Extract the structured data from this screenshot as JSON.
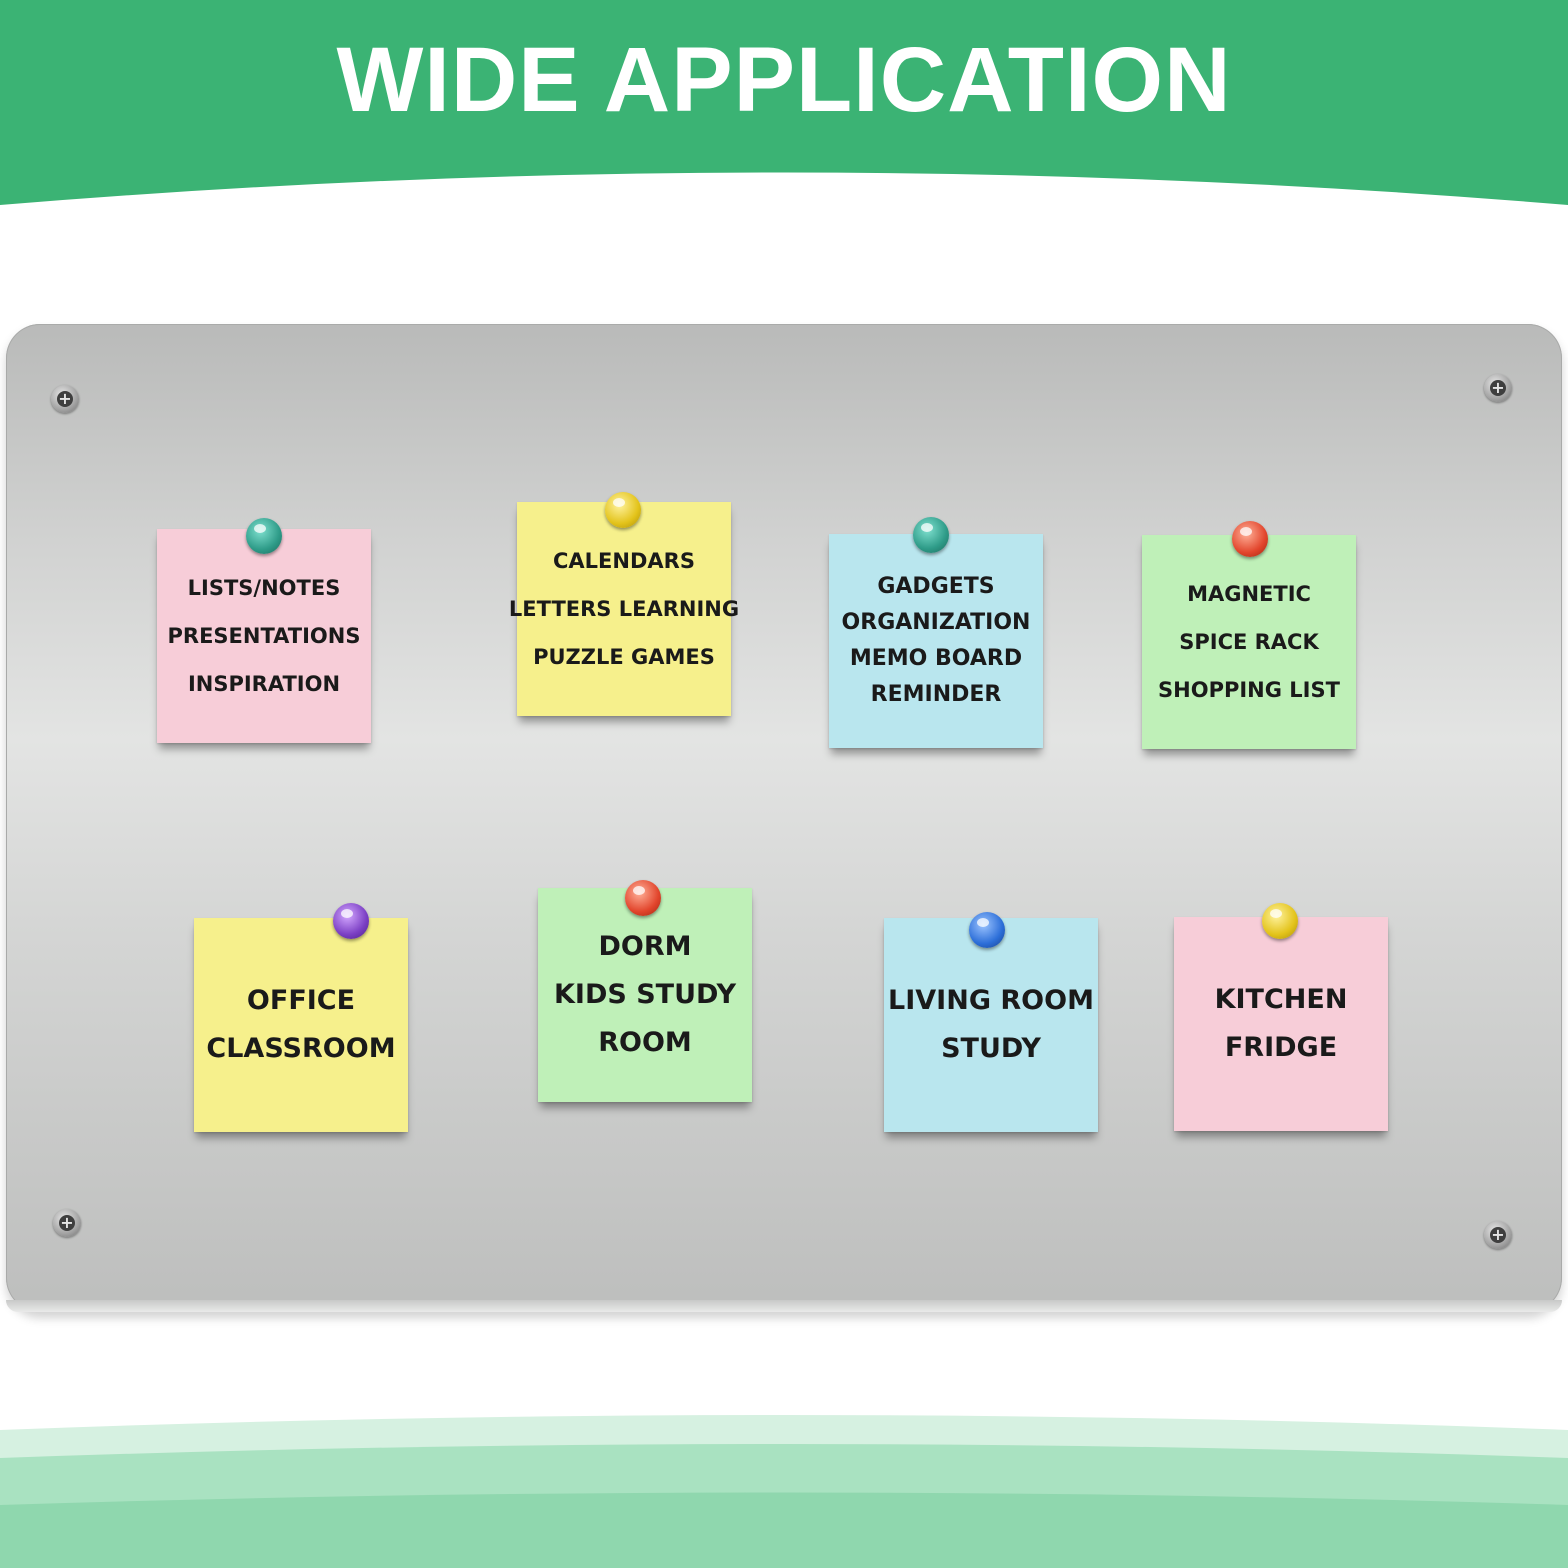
{
  "header": {
    "title": "WIDE APPLICATION"
  },
  "colors": {
    "brand_green": "#3bb374",
    "note_pink": "#f7cdd8",
    "note_yellow": "#f6f08c",
    "note_blue": "#b9e6ee",
    "note_green": "#bff0b8",
    "pin_teal": "#2e9b88",
    "pin_yellow": "#e3c31a",
    "pin_red": "#e2452c",
    "pin_purple": "#7b3fc4",
    "pin_blue": "#2c6ed8"
  },
  "notes": [
    {
      "lines": [
        "LISTS/NOTES",
        "PRESENTATIONS",
        "INSPIRATION"
      ]
    },
    {
      "lines": [
        "CALENDARS",
        "LETTERS LEARNING",
        "PUZZLE GAMES"
      ]
    },
    {
      "lines": [
        "GADGETS",
        "ORGANIZATION",
        "MEMO BOARD",
        "REMINDER"
      ]
    },
    {
      "lines": [
        "MAGNETIC",
        "SPICE RACK",
        "SHOPPING LIST"
      ]
    },
    {
      "lines": [
        "OFFICE",
        "CLASSROOM"
      ]
    },
    {
      "lines": [
        "DORM",
        "KIDS STUDY",
        "ROOM"
      ]
    },
    {
      "lines": [
        "LIVING ROOM",
        "STUDY"
      ]
    },
    {
      "lines": [
        "KITCHEN",
        "FRIDGE"
      ]
    }
  ]
}
